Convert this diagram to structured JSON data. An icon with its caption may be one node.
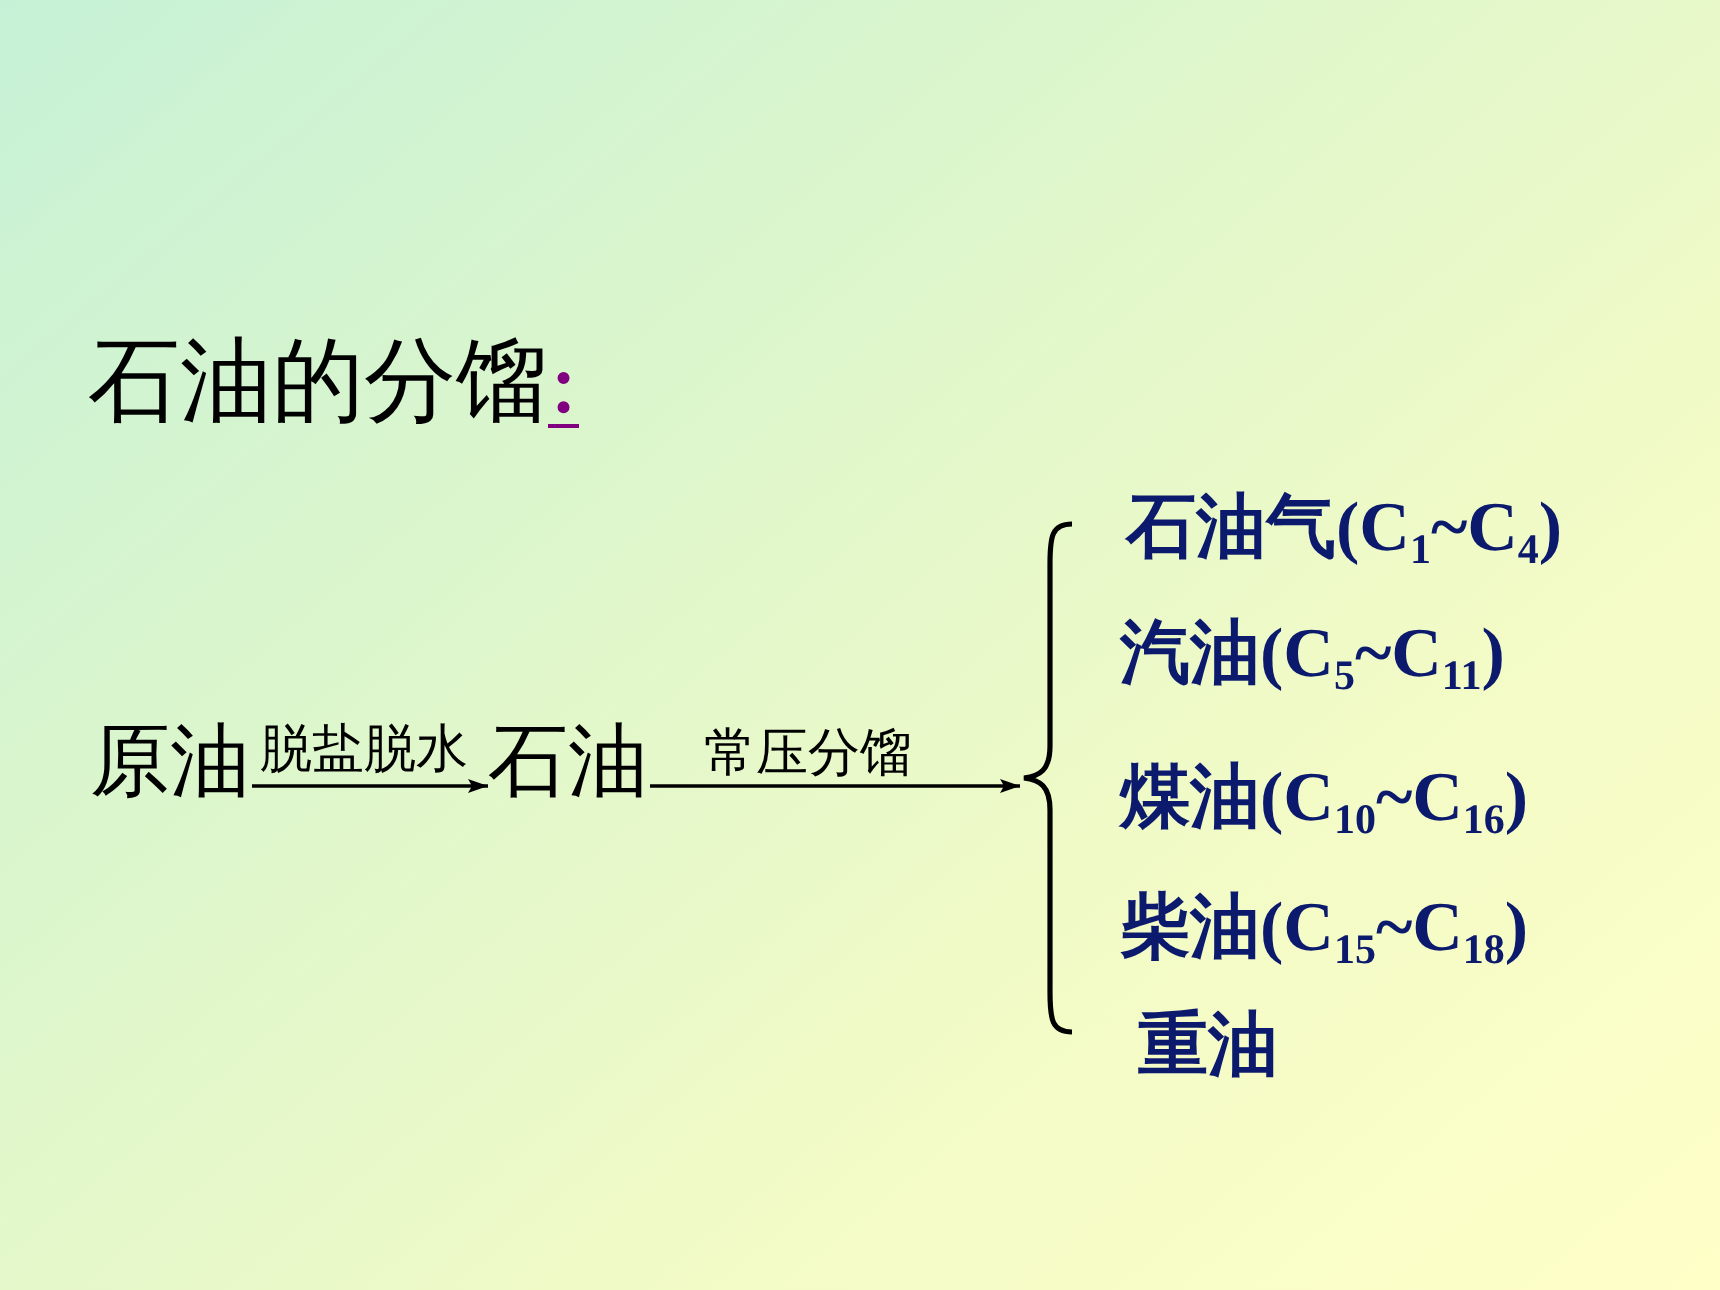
{
  "diagram": {
    "title": "石油的分馏:",
    "nodes": [
      {
        "text": [
          "原油"
        ]
      },
      {
        "text": [
          "石油"
        ]
      },
      {
        "text": [],
        "shape": "brace",
        "beside": [
          "石油气(C$_{1}$~C$_{4}$)",
          "汽油(C$_{5}$~C$_{11}$)",
          "煤油(C$_{10}$~C$_{16}$)",
          "柴油(C$_{15}$~C$_{18}$)",
          "重油"
        ]
      }
    ],
    "edges": [
      {
        "from": 0,
        "to": 1,
        "arrow": "to",
        "label": "脱盐脱水"
      },
      {
        "from": 1,
        "to": 2,
        "arrow": "to",
        "label": "常压分馏"
      }
    ]
  }
}
